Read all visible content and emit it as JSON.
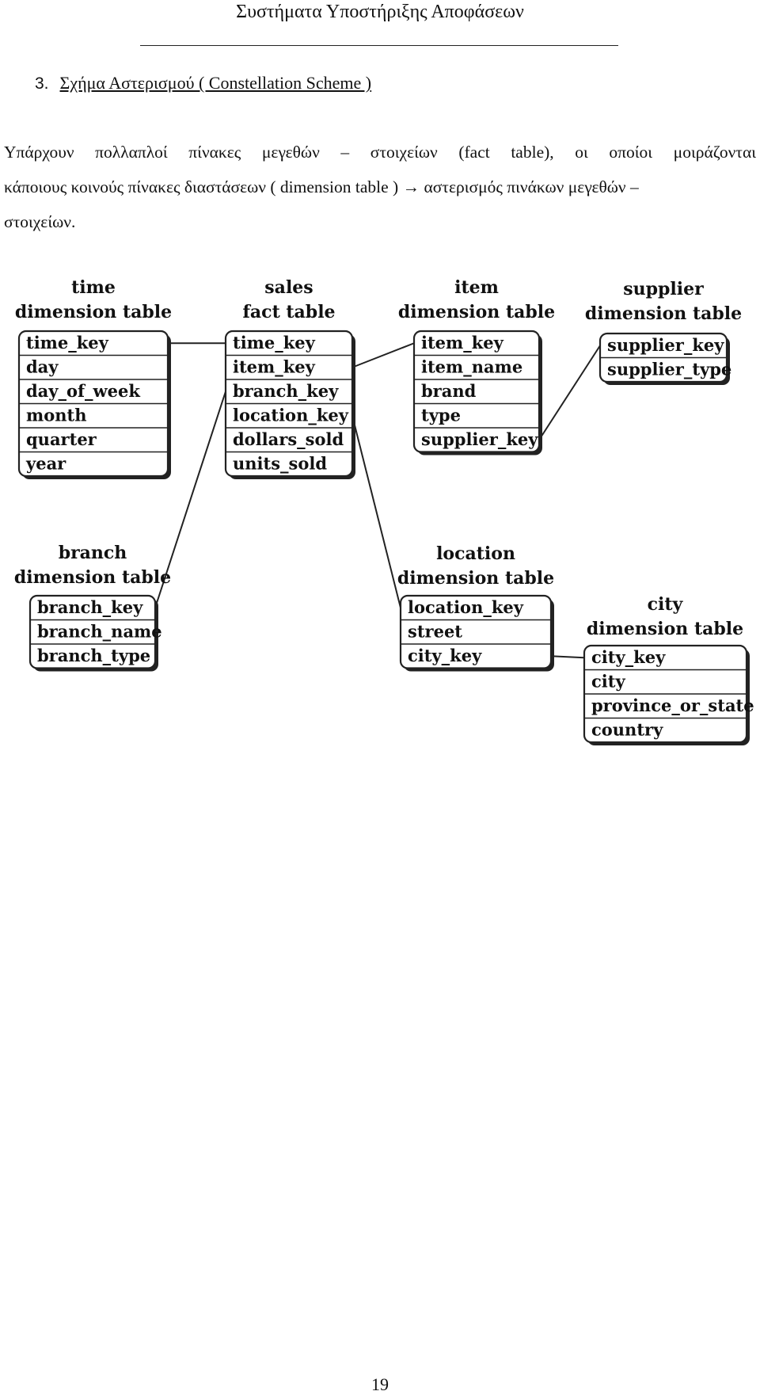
{
  "header": {
    "title": "Συστήματα Υποστήριξης Αποφάσεων"
  },
  "section": {
    "number": "3.",
    "title": "Σχήμα Αστερισμού ( Constellation Scheme )"
  },
  "paragraph": {
    "line1": "Υπάρχουν πολλαπλοί πίνακες μεγεθών – στοιχείων (fact table), οι οποίοι μοιράζονται",
    "line2": "κάποιους κοινούς πίνακες διαστάσεων ( dimension table ) → αστερισμός πινάκων  μεγεθών –",
    "line3": "στοιχείων."
  },
  "diagram": {
    "tables": {
      "time": {
        "name": "time",
        "kind": "dimension table",
        "fields": [
          "time_key",
          "day",
          "day_of_week",
          "month",
          "quarter",
          "year"
        ]
      },
      "sales": {
        "name": "sales",
        "kind": "fact table",
        "fields": [
          "time_key",
          "item_key",
          "branch_key",
          "location_key",
          "dollars_sold",
          "units_sold"
        ]
      },
      "item": {
        "name": "item",
        "kind": "dimension table",
        "fields": [
          "item_key",
          "item_name",
          "brand",
          "type",
          "supplier_key"
        ]
      },
      "supplier": {
        "name": "supplier",
        "kind": "dimension table",
        "fields": [
          "supplier_key",
          "supplier_type"
        ]
      },
      "branch": {
        "name": "branch",
        "kind": "dimension table",
        "fields": [
          "branch_key",
          "branch_name",
          "branch_type"
        ]
      },
      "location": {
        "name": "location",
        "kind": "dimension table",
        "fields": [
          "location_key",
          "street",
          "city_key"
        ]
      },
      "city": {
        "name": "city",
        "kind": "dimension table",
        "fields": [
          "city_key",
          "city",
          "province_or_state",
          "country"
        ]
      }
    }
  },
  "page_number": "19"
}
